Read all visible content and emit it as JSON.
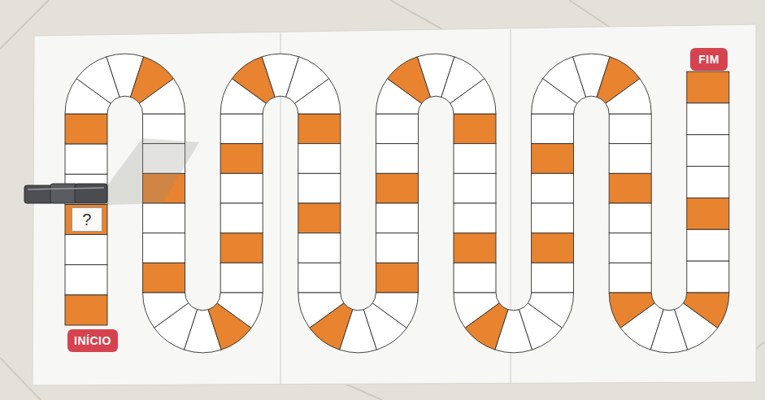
{
  "diagram": {
    "nodes": [
      {
        "text": [
          "INÍCIO"
        ]
      },
      {
        "text": [
          "?"
        ]
      },
      {
        "text": [
          "FIM"
        ]
      }
    ]
  }
}
